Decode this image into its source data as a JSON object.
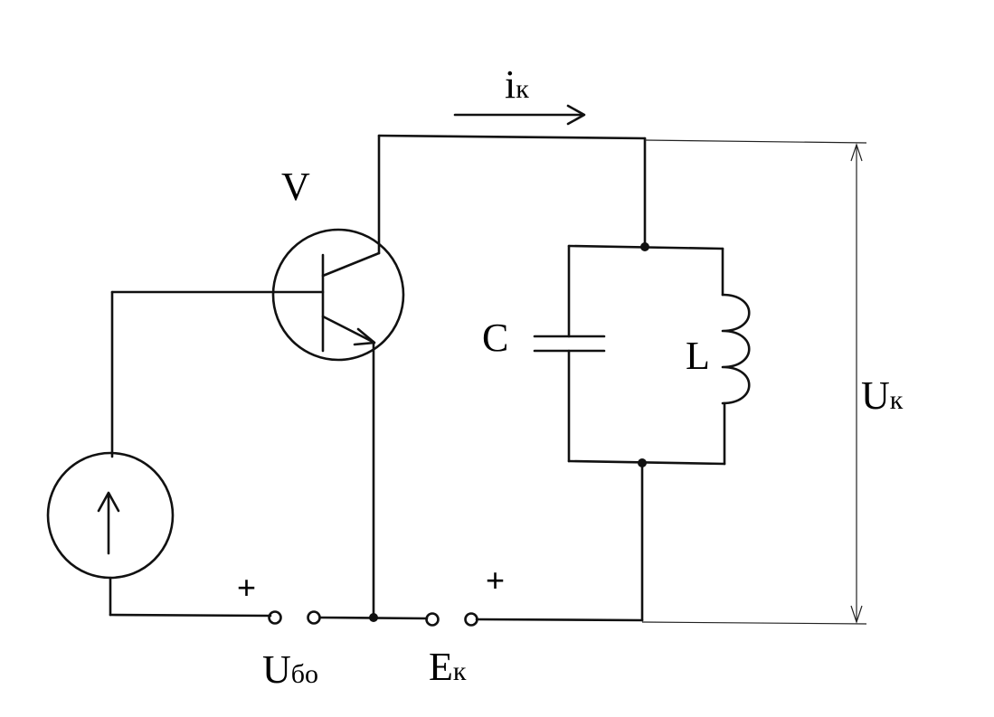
{
  "labels": {
    "transistor": "V",
    "current_main": "i",
    "current_sub": "к",
    "capacitor": "C",
    "inductor": "L",
    "voltage_main": "U",
    "voltage_sub": "к",
    "base_source_main": "U",
    "base_source_sub": "бо",
    "collector_source_main": "E",
    "collector_source_sub": "к",
    "plus_left": "+",
    "plus_right": "+"
  },
  "colors": {
    "line": "#111111",
    "background": "#ffffff"
  }
}
